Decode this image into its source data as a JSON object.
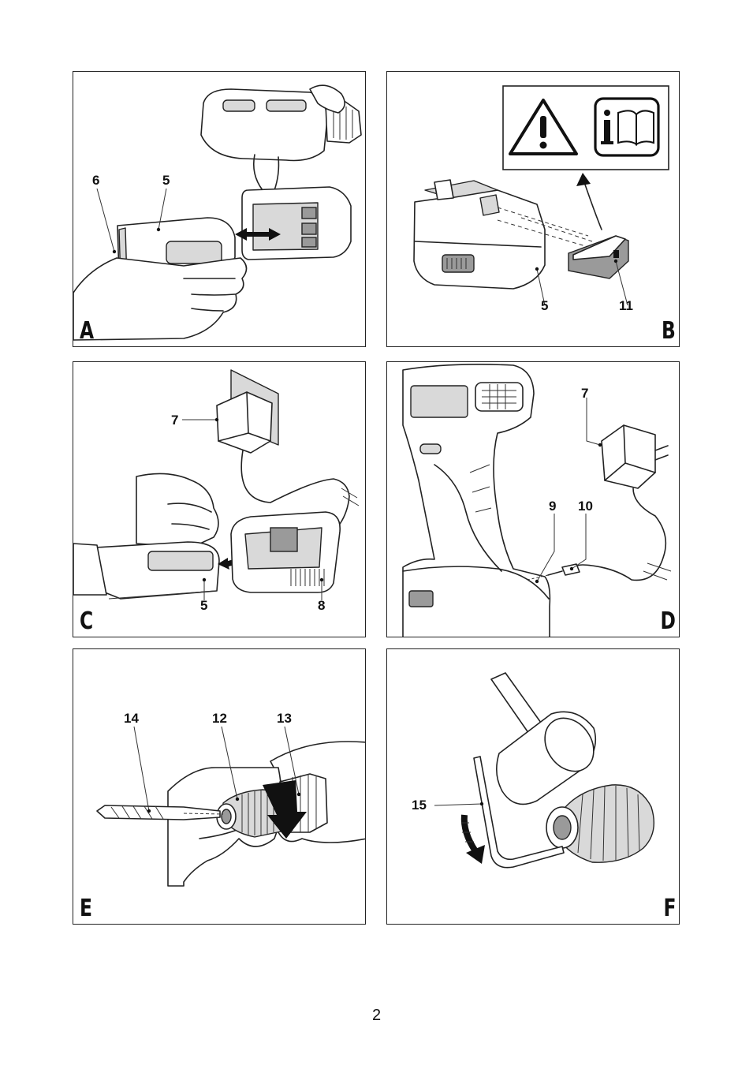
{
  "page": {
    "number": "2"
  },
  "panels": [
    {
      "letter": "A",
      "callouts": [
        "6",
        "5"
      ]
    },
    {
      "letter": "B",
      "callouts": [
        "5",
        "11"
      ],
      "symbols": [
        "warning-triangle-icon",
        "read-manual-icon"
      ]
    },
    {
      "letter": "C",
      "callouts": [
        "7",
        "5",
        "8"
      ]
    },
    {
      "letter": "D",
      "callouts": [
        "7",
        "9",
        "10"
      ]
    },
    {
      "letter": "E",
      "callouts": [
        "14",
        "12",
        "13"
      ]
    },
    {
      "letter": "F",
      "callouts": [
        "15"
      ]
    }
  ]
}
